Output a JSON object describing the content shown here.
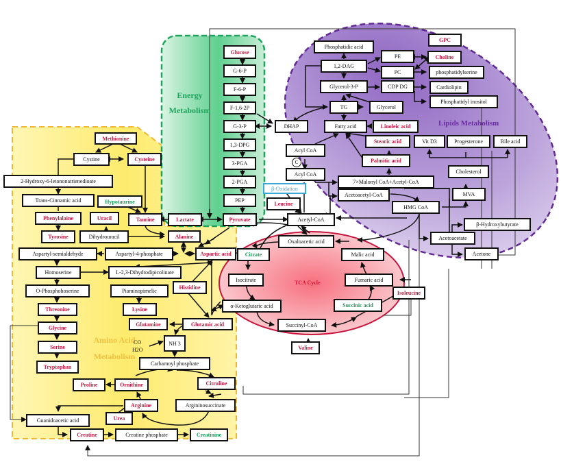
{
  "diagram": {
    "colors": {
      "red_metabolite": "#c8163f",
      "green_metabolite": "#1a9a5a",
      "energy_region": "#2fbf6a",
      "amino_region": "#fde96a",
      "lipid_region": "#8e66c0",
      "tca_region": "#f06a78",
      "beta_oxidation": "#39a9d8"
    },
    "regions": {
      "energy": [
        "Energy",
        "Metabolism"
      ],
      "amino": [
        "Amino Acid",
        "Metabolism"
      ],
      "lipids": "Lipids Metabolism",
      "tca": "TCA Cycle"
    },
    "energy": {
      "glucose": "Glucose",
      "g6p": "G-6-P",
      "f6p": "F-6-P",
      "f16p": "F-1,6-2P",
      "g3p": "G-3-P",
      "dpg": "1,3-DPG",
      "pga3": "3-PGA",
      "pga2": "2-PGA",
      "pep": "PEP",
      "pyruvate": "Pyruvate",
      "lactate": "Lactate"
    },
    "amino": {
      "methionine": "Methionine",
      "cystine": "Cystine",
      "cysteine": "Cysteine",
      "hydroxy": "2-Hydroxy-6-letononatrienedioate",
      "cinnamic": "Trans-Cinnamic acid",
      "hypotaurine": "Hypotaurine",
      "phenylalaine": "Phenylalaine",
      "uracil": "Uracil",
      "taurine": "Taurine",
      "tyrosine": "Tyrosine",
      "dihydrouracil": "Dihydrouracil",
      "alanine": "Alanine",
      "semialdehyde": "Aspartyl-semialdehyde",
      "aspartyl4p": "Aspartyl-4-phosphate",
      "aspartic": "Aspartic acid",
      "homoserine": "Homoserine",
      "dihydrodipicolinate": "L-2,3-Dihydrodipicolinate",
      "phosphohoserine": "O-Phosphohoserine",
      "piaminopimelic": "Piaminopimelic",
      "histidine": "Histidine",
      "threonine": "Threonine",
      "lysine": "Lysine",
      "glycine": "Glycine",
      "glutamine": "Glutamine",
      "glutamic": "Glutamic acid",
      "serine": "Serine",
      "co": "CO",
      "h2o": "H2O",
      "nh3": "NH 3",
      "tryptophan": "Tryptophan",
      "carbamoyl": "Carbamoyl phosphate",
      "proline": "Proline",
      "ornithine": "Ornithine",
      "citruline": "Citruline",
      "arginine": "Arginine",
      "argininosuccinate": "Argininosuccinate",
      "urea": "Urea",
      "guanidoacetic": "Guanidoacetic acid",
      "creatine": "Creatine",
      "creatine_phosphate": "Creatine phosphate",
      "creatinine": "Creatinine"
    },
    "lipids": {
      "phosphatidic": "Phosphatidic acid",
      "dag": "1,2-DAG",
      "pe": "PE",
      "pc": "PC",
      "gpc": "GPC",
      "choline": "Choline",
      "phosphatidylserine": "phosphatidylserine",
      "glycerol3p": "Glycerol-3-P",
      "cdpdg": "CDP DG",
      "cardiolipin": "Cardiolipin",
      "inositol": "Phosphatidyl inositol",
      "tg": "TG",
      "glycerol": "Glycerol",
      "dhap": "DHAP",
      "fatty": "Fatty acid",
      "linoleic": "Linoleic acid",
      "acylcoa1": "Acyl CoA",
      "c_mark": "C",
      "acylcoa2": "Acyl CoA",
      "stearic": "Stearic acid",
      "palmitic": "Palmitic acid",
      "vitd3": "Vit D3",
      "progesterone": "Progesterone",
      "bile": "Bile acid",
      "cholesterol": "Cholesterol",
      "malonyl": "7×Malonyl CoA+Acetyl-CoA",
      "acetoacetylcoa": "Acetoacetyl-CoA",
      "mva": "MVA",
      "hmgcoa": "HMG CoA",
      "hydroxybutyrate": "β-Hydroxybutyrate",
      "acetoacetate": "Acetoacetate",
      "acetone": "Acetone",
      "beta_oxidation": "β-Oxidation",
      "leucine": "Leucine",
      "acetylcoa": "Acetyl-CoA"
    },
    "tca": {
      "oxaloacetic": "Oxaloacetic acid",
      "citrate": "Citrate",
      "malic": "Malic acid",
      "isocitrate": "Isocitrate",
      "fumaric": "Fumaric acid",
      "isoleucine": "Isoleucine",
      "ketoglutaric": "α-Ketoglutaric acid",
      "succinic": "Succinic acid",
      "succinylcoa": "Succinyl-CoA",
      "valine": "Valine"
    }
  }
}
